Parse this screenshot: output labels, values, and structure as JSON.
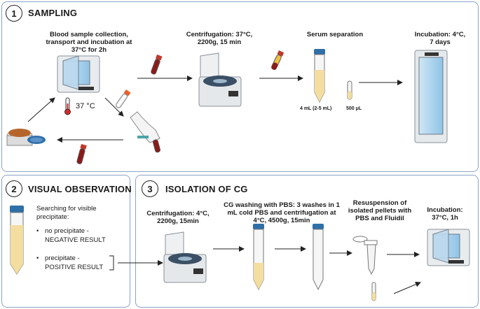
{
  "panel1": {
    "number": "1",
    "title": "SAMPLING",
    "step_blood": "Blood sample collection, transport and incubation at 37°C for 2h",
    "step_centrifugation": "Centrifugation: 37°C, 2200g, 15 min",
    "step_serum": "Serum separation",
    "step_incubation": "Incubation: 4°C, 7 days",
    "temperature": "37 °C",
    "vol_large": "4 mL (2-5 mL)",
    "vol_small": "500 μL"
  },
  "panel2": {
    "number": "2",
    "title": "VISUAL OBSERVATION",
    "intro": "Searching for visible precipitate:",
    "items": [
      {
        "line1": "no precipitate -",
        "line2": "NEGATIVE RESULT"
      },
      {
        "line1": "precipitate -",
        "line2": "POSITIVE RESULT"
      }
    ]
  },
  "panel3": {
    "number": "3",
    "title": "ISOLATION OF CG",
    "step_centrifugation": "Centrifugation: 4°C, 2200g, 15min",
    "step_washing": "CG washing with PBS: 3 washes in 1 mL cold PBS and centrifugation at 4°C, 4500g, 15min",
    "step_resuspension": "Resuspension of isolated pellets with PBS and Fluidil",
    "step_incubation": "Incubation: 37°C, 1h"
  }
}
